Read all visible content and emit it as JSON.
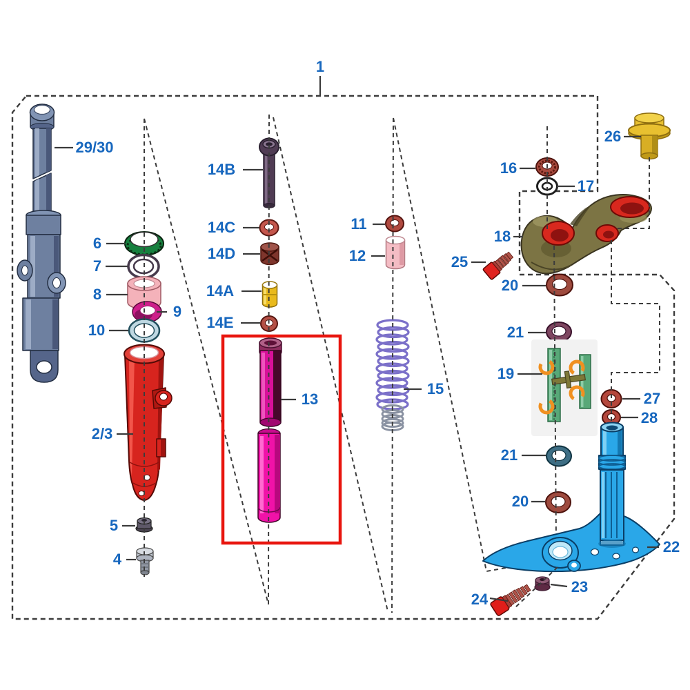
{
  "figure": {
    "assembly_callout": "1",
    "background": "#ffffff"
  },
  "highlight_box": {
    "color": "#e8150e",
    "part_ref": "13"
  },
  "palette": {
    "label_text": "#1767be",
    "line": "#3c3c3c",
    "inner_tube": "#6e80a0",
    "outer_tube": "#d7241e",
    "damper_rod_upper": "#d8109a",
    "damper_rod_lower": "#f012a8",
    "spring_coil": "#7b70c9",
    "spring_coil_end": "#8a92a2",
    "spacer_pink": "#f4bcc4",
    "piston_yellow": "#e9ba1c",
    "bolt_purple": "#503c54",
    "upper_bracket_olive": "#7c7444",
    "boss_red": "#d8281e",
    "steering_stem_blue": "#2aa7e8",
    "cap_bolt_gold": "#e8c030",
    "bearing_green": "#58a878",
    "clip_orange": "#f09020",
    "ring_brown": "#9e4a3e",
    "ring_purple": "#7e4660",
    "ring_teal": "#3e6e84",
    "ring_red": "#b4473c",
    "seal_green": "#17803f",
    "seal_magenta": "#ce1e8a",
    "seal_teal": "#bfd8e2",
    "hardware_red": "#e02420"
  },
  "callouts": [
    {
      "ref": "1",
      "text": "1"
    },
    {
      "ref": "29/30",
      "text": "29/30"
    },
    {
      "ref": "6",
      "text": "6"
    },
    {
      "ref": "7",
      "text": "7"
    },
    {
      "ref": "8",
      "text": "8"
    },
    {
      "ref": "9",
      "text": "9"
    },
    {
      "ref": "10",
      "text": "10"
    },
    {
      "ref": "2/3",
      "text": "2/3"
    },
    {
      "ref": "5",
      "text": "5"
    },
    {
      "ref": "4",
      "text": "4"
    },
    {
      "ref": "14B",
      "text": "14B"
    },
    {
      "ref": "14C",
      "text": "14C"
    },
    {
      "ref": "14D",
      "text": "14D"
    },
    {
      "ref": "14A",
      "text": "14A"
    },
    {
      "ref": "14E",
      "text": "14E"
    },
    {
      "ref": "13",
      "text": "13"
    },
    {
      "ref": "11",
      "text": "11"
    },
    {
      "ref": "12",
      "text": "12"
    },
    {
      "ref": "15",
      "text": "15"
    },
    {
      "ref": "16",
      "text": "16"
    },
    {
      "ref": "17",
      "text": "17"
    },
    {
      "ref": "18",
      "text": "18"
    },
    {
      "ref": "25",
      "text": "25"
    },
    {
      "ref": "26",
      "text": "26"
    },
    {
      "ref": "20",
      "text": "20"
    },
    {
      "ref": "21",
      "text": "21"
    },
    {
      "ref": "19",
      "text": "19"
    },
    {
      "ref": "27",
      "text": "27"
    },
    {
      "ref": "28",
      "text": "28"
    },
    {
      "ref": "21",
      "text": "21"
    },
    {
      "ref": "20",
      "text": "20"
    },
    {
      "ref": "22",
      "text": "22"
    },
    {
      "ref": "23",
      "text": "23"
    },
    {
      "ref": "24",
      "text": "24"
    }
  ]
}
